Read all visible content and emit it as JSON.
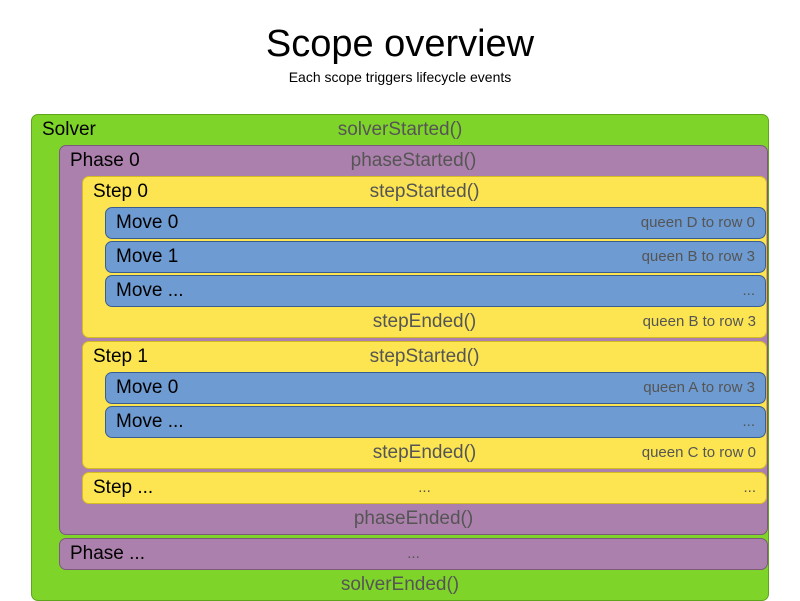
{
  "header": {
    "title": "Scope overview",
    "subtitle": "Each scope triggers lifecycle events"
  },
  "colors": {
    "solver": "#7FD42A",
    "phase": "#AC80AC",
    "step": "#FCE551",
    "move": "#6E9BD1",
    "event_text": "#555555",
    "label_text": "#000000",
    "background": "#FFFFFF"
  },
  "diagram": {
    "solver": {
      "label": "Solver",
      "started_event": "solverStarted()",
      "ended_event": "solverEnded()",
      "phases": [
        {
          "label": "Phase 0",
          "started_event": "phaseStarted()",
          "ended_event": "phaseEnded()",
          "steps": [
            {
              "label": "Step 0",
              "started_event": "stepStarted()",
              "ended_event": "stepEnded()",
              "ended_detail": "queen B to row 3",
              "moves": [
                {
                  "label": "Move 0",
                  "detail": "queen D to row 0"
                },
                {
                  "label": "Move 1",
                  "detail": "queen B to row 3"
                },
                {
                  "label": "Move ...",
                  "detail": "..."
                }
              ]
            },
            {
              "label": "Step 1",
              "started_event": "stepStarted()",
              "ended_event": "stepEnded()",
              "ended_detail": "queen C to row 0",
              "moves": [
                {
                  "label": "Move 0",
                  "detail": "queen A to row 3"
                },
                {
                  "label": "Move ...",
                  "detail": "..."
                }
              ]
            }
          ],
          "ellipsis_step": {
            "label": "Step ...",
            "event": "...",
            "detail": "..."
          }
        }
      ],
      "ellipsis_phase": {
        "label": "Phase ...",
        "event": "...",
        "detail": ""
      }
    }
  }
}
